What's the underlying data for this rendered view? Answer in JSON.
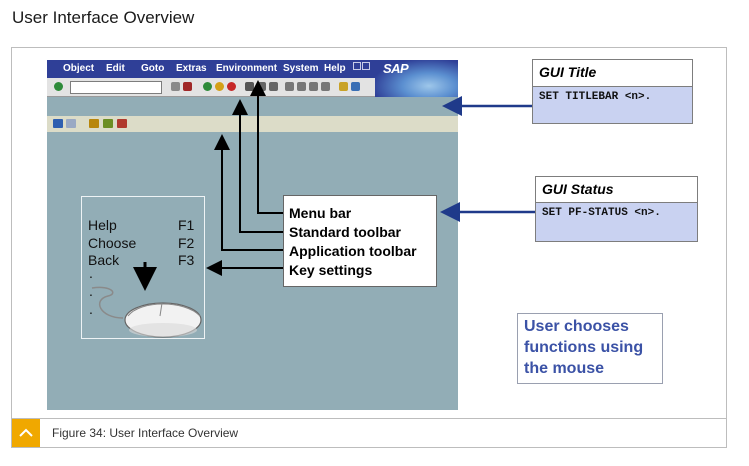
{
  "page": {
    "title": "User Interface Overview"
  },
  "caption": {
    "text": "Figure 34: User Interface Overview"
  },
  "sap_window": {
    "menu_items": [
      "Object",
      "Edit",
      "Goto",
      "Extras",
      "Environment",
      "System",
      "Help"
    ],
    "logo": "SAP"
  },
  "key_settings": {
    "rows": [
      {
        "label": "Help",
        "key": "F1"
      },
      {
        "label": "Choose",
        "key": "F2"
      },
      {
        "label": "Back",
        "key": "F3"
      }
    ],
    "dots": [
      ".",
      ".",
      "."
    ]
  },
  "callout": {
    "lines": [
      "Menu bar",
      "Standard toolbar",
      "Application toolbar",
      "Key settings"
    ]
  },
  "gui_title": {
    "heading": "GUI Title",
    "code": "SET TITLEBAR <n>."
  },
  "gui_status": {
    "heading": "GUI Status",
    "code": "SET PF-STATUS <n>."
  },
  "mouse_note": {
    "lines": [
      "User chooses",
      "functions using",
      "the mouse"
    ]
  },
  "colors": {
    "menubar": "#2f3f97",
    "screen": "#92adb6",
    "code_bg": "#c9d2f1",
    "note_text": "#3b52a6",
    "caption_icon": "#f0a800",
    "arrow": "#1f3a8a"
  }
}
